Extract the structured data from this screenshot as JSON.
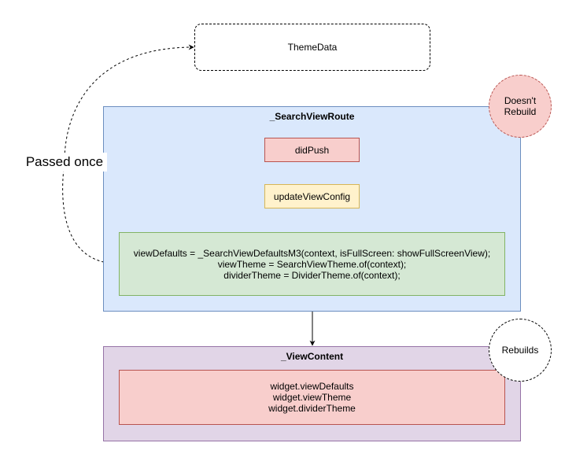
{
  "theme_data": {
    "label": "ThemeData"
  },
  "search_view_route": {
    "title": "_SearchViewRoute",
    "did_push": "didPush",
    "update_view_config": "updateViewConfig",
    "defaults_lines": [
      "viewDefaults = _SearchViewDefaultsM3(context, isFullScreen: showFullScreenView);",
      "viewTheme = SearchViewTheme.of(context);",
      "dividerTheme = DividerTheme.of(context);"
    ]
  },
  "view_content": {
    "title": "_ViewContent",
    "widget_lines": [
      "widget.viewDefaults",
      "widget.viewTheme",
      "widget.dividerTheme"
    ]
  },
  "badges": {
    "doesnt_rebuild_lines": [
      "Doesn't",
      "Rebuild"
    ],
    "rebuilds": "Rebuilds"
  },
  "edge_label": {
    "passed_once": "Passed once"
  },
  "colors": {
    "route_fill": "#dae8fc",
    "route_stroke": "#6c8ebf",
    "content_fill": "#e1d5e7",
    "content_stroke": "#9673a6",
    "red_fill": "#f8cecc",
    "red_stroke": "#b85450",
    "yellow_fill": "#fff2cc",
    "yellow_stroke": "#d6b656",
    "green_fill": "#d5e8d4",
    "green_stroke": "#82b366"
  }
}
